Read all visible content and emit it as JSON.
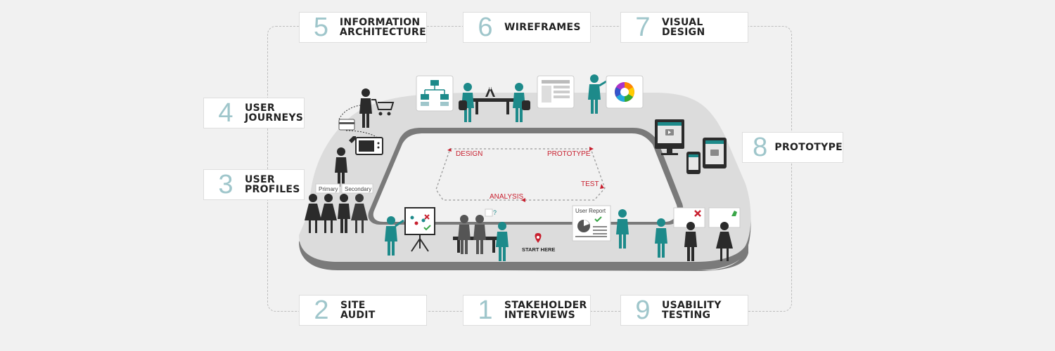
{
  "steps": [
    {
      "id": "step-1",
      "number": "1",
      "label": "STAKEHOLDER\nINTERVIEWS"
    },
    {
      "id": "step-2",
      "number": "2",
      "label": "SITE\nAUDIT"
    },
    {
      "id": "step-3",
      "number": "3",
      "label": "USER\nPROFILES"
    },
    {
      "id": "step-4",
      "number": "4",
      "label": "USER\nJOURNEYS"
    },
    {
      "id": "step-5",
      "number": "5",
      "label": "INFORMATION\nARCHITECTURE"
    },
    {
      "id": "step-6",
      "number": "6",
      "label": "WIREFRAMES"
    },
    {
      "id": "step-7",
      "number": "7",
      "label": "VISUAL\nDESIGN"
    },
    {
      "id": "step-8",
      "number": "8",
      "label": "PROTOTYPE"
    },
    {
      "id": "step-9",
      "number": "9",
      "label": "USABILITY\nTESTING"
    }
  ],
  "cycle": {
    "design": "DESIGN",
    "prototype": "PROTOTYPE",
    "test": "TEST",
    "analysis": "ANALYSIS"
  },
  "labels": {
    "primary": "Primary",
    "secondary": "Secondary",
    "user_report": "User Report",
    "start_here": "START HERE"
  },
  "colors": {
    "teal": "#1d8a8a",
    "dark": "#2b2b2b",
    "red": "#c8202f",
    "green": "#3aa648",
    "track": "#dcdcdc",
    "track_edge": "#7a7a7a"
  }
}
